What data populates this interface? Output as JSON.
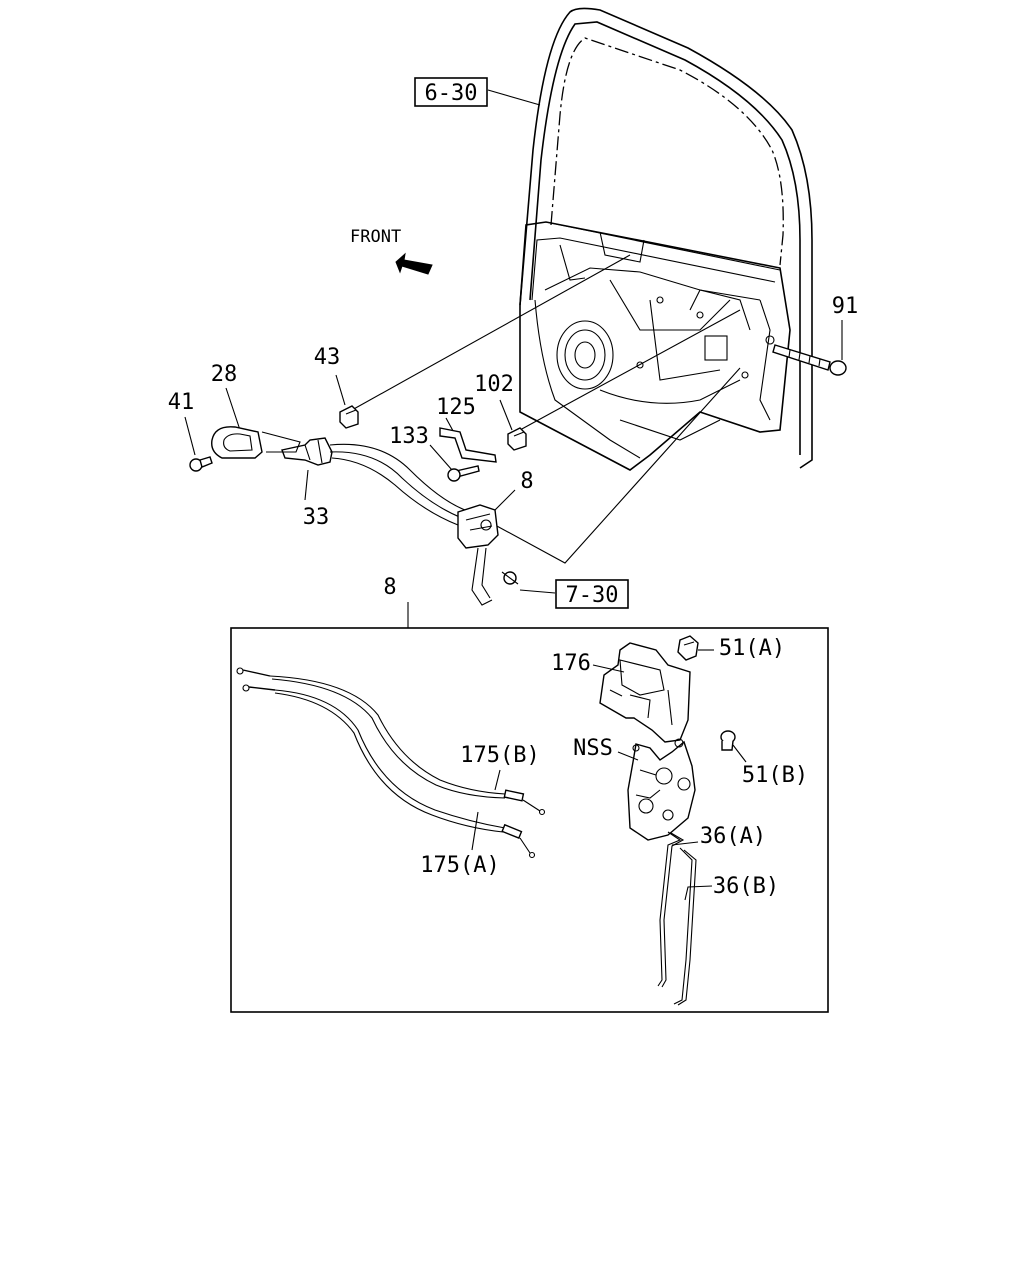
{
  "diagram": {
    "direction": {
      "text": "FRONT",
      "arrow_icon": "left-up-arrow-icon"
    },
    "refs": {
      "door": "6-30",
      "lock": "7-30"
    },
    "callouts": {
      "c91": "91",
      "c43": "43",
      "c28": "28",
      "c41": "41",
      "c102": "102",
      "c125": "125",
      "c133": "133",
      "c33": "33",
      "c8_top": "8",
      "c8_box": "8"
    },
    "detail": {
      "c176": "176",
      "c51a": "51(A)",
      "c51b": "51(B)",
      "nss": "NSS",
      "c175b": "175(B)",
      "c175a": "175(A)",
      "c36a": "36(A)",
      "c36b": "36(B)"
    }
  }
}
